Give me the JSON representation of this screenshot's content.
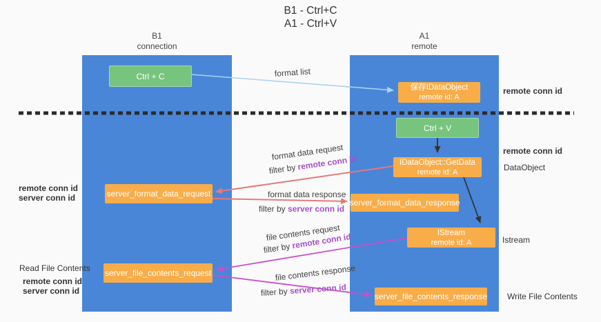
{
  "title": {
    "line1": "B1 - Ctrl+C",
    "line2": "A1 - Ctrl+V"
  },
  "columns": {
    "left": {
      "name": "B1",
      "role": "connection"
    },
    "right": {
      "name": "A1",
      "role": "remote"
    }
  },
  "nodes": {
    "ctrl_c": {
      "label": "Ctrl + C"
    },
    "ctrl_v": {
      "label": "Ctrl + V"
    },
    "save_idataobject": {
      "line1": "保存IDataObject",
      "line2": "remote id: A"
    },
    "getdata": {
      "line1": "IDataObject::GetData",
      "line2": "remote id: A"
    },
    "istream": {
      "line1": "IStream",
      "line2": "remote id: A"
    },
    "format_request": {
      "label": "server_format_data_request"
    },
    "format_response": {
      "label": "server_format_data_response"
    },
    "file_request": {
      "label": "server_file_contents_request"
    },
    "file_response": {
      "label": "server_file_contents_response"
    }
  },
  "arrows": {
    "format_list": {
      "label": "format list"
    },
    "format_data_request": {
      "label": "format data request",
      "filter_prefix": "filter by ",
      "filter_key": "remote conn id"
    },
    "format_data_response": {
      "label": "format data response",
      "filter_prefix": "filter by ",
      "filter_key": "server conn id"
    },
    "file_contents_request": {
      "label": "file contents request",
      "filter_prefix": "filter by ",
      "filter_key": "remote conn id"
    },
    "file_contents_response": {
      "label": "file contents response",
      "filter_prefix": "filter by ",
      "filter_key": "server conn id"
    }
  },
  "side_labels": {
    "left_format": {
      "remote": "remote conn id",
      "server": "server conn id"
    },
    "left_file": {
      "title": "Read File Contents",
      "remote": "remote conn id",
      "server": "server conn id"
    },
    "right_top": {
      "remote": "remote conn id"
    },
    "right_mid": {
      "remote": "remote conn id",
      "object": "DataObject"
    },
    "right_istream": {
      "object": "Istream"
    },
    "right_bottom": {
      "object": "Write File Contents"
    }
  },
  "colors": {
    "column_blue": "#4a86d8",
    "node_green": "#77c47e",
    "node_orange": "#f8ad49",
    "conn_id_purple": "#a64fc8",
    "conn_id_green": "#53ae53",
    "arrow_red": "#e87878",
    "arrow_magenta": "#c94fc9",
    "arrow_lightblue": "#a9d3f0",
    "arrow_black": "#333333",
    "dashed_line": "#2a2a2a"
  }
}
